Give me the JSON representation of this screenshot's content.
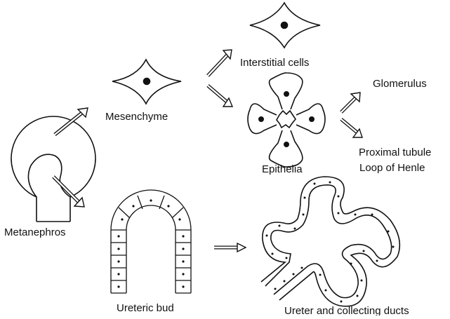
{
  "labels": {
    "interstitial": "Interstitial cells",
    "glomerulus": "Glomerulus",
    "mesenchyme": "Mesenchyme",
    "epithelia": "Epithelia",
    "proximal": "Proximal tubule",
    "loop": "Loop of Henle",
    "metanephros": "Metanephros",
    "ureteric_bud": "Ureteric bud",
    "ureter": "Ureter and collecting ducts"
  },
  "colors": {
    "stroke": "#111111",
    "background": "#ffffff"
  }
}
